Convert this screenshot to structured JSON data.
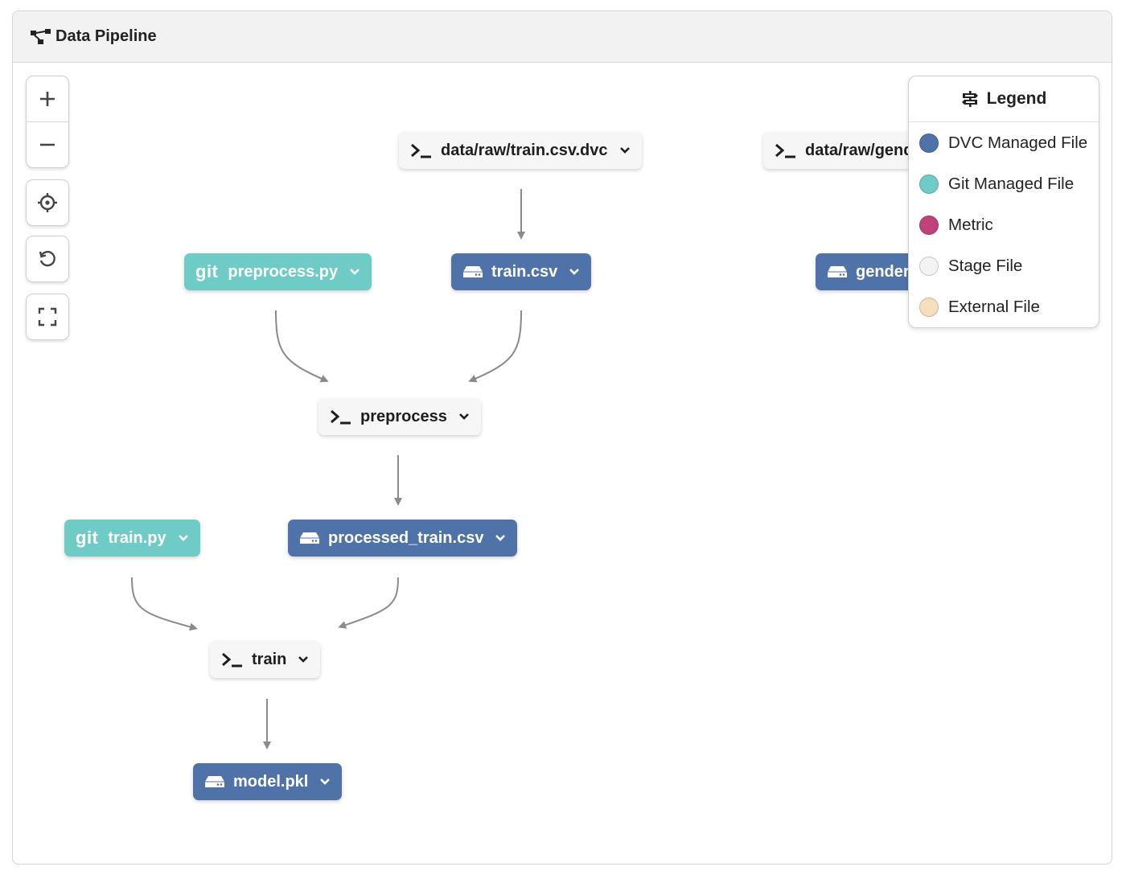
{
  "panel": {
    "title": "Data Pipeline"
  },
  "controls": {
    "zoom_in": "zoom-in",
    "zoom_out": "zoom-out",
    "center": "crosshair",
    "reset": "rotate-ccw",
    "fullscreen": "maximize"
  },
  "nodes": {
    "raw_train_dvc": {
      "label": "data/raw/train.csv.dvc",
      "kind": "stage"
    },
    "raw_gender": {
      "label": "data/raw/gend",
      "kind": "stage"
    },
    "preprocess_py": {
      "label": "preprocess.py",
      "kind": "git",
      "badge": "git"
    },
    "train_csv": {
      "label": "train.csv",
      "kind": "dvc"
    },
    "gender": {
      "label": "gender",
      "kind": "dvc"
    },
    "preprocess": {
      "label": "preprocess",
      "kind": "stage"
    },
    "train_py": {
      "label": "train.py",
      "kind": "git",
      "badge": "git"
    },
    "processed_train_csv": {
      "label": "processed_train.csv",
      "kind": "dvc"
    },
    "train": {
      "label": "train",
      "kind": "stage"
    },
    "model_pkl": {
      "label": "model.pkl",
      "kind": "dvc"
    }
  },
  "legend": {
    "title": "Legend",
    "items": [
      {
        "label": "DVC Managed File",
        "color": "#4f73a9"
      },
      {
        "label": "Git Managed File",
        "color": "#6fcbc6"
      },
      {
        "label": "Metric",
        "color": "#c0427a"
      },
      {
        "label": "Stage File",
        "color": "#f3f3f3"
      },
      {
        "label": "External File",
        "color": "#f5dfbd"
      }
    ]
  }
}
